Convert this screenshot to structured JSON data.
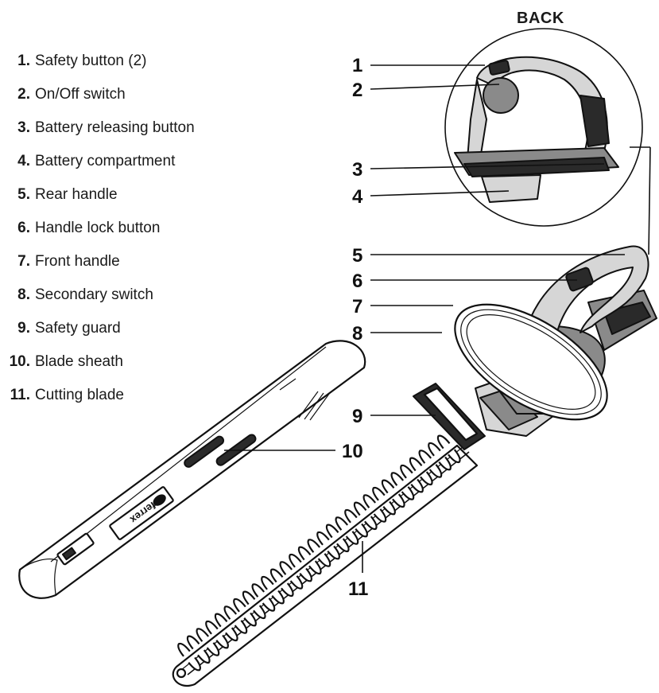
{
  "view_label": "BACK",
  "parts": [
    {
      "num": "1.",
      "label": "Safety button (2)"
    },
    {
      "num": "2.",
      "label": "On/Off switch"
    },
    {
      "num": "3.",
      "label": "Battery releasing button"
    },
    {
      "num": "4.",
      "label": "Battery compartment"
    },
    {
      "num": "5.",
      "label": "Rear handle"
    },
    {
      "num": "6.",
      "label": "Handle lock button"
    },
    {
      "num": "7.",
      "label": "Front handle"
    },
    {
      "num": "8.",
      "label": "Secondary switch"
    },
    {
      "num": "9.",
      "label": "Safety guard"
    },
    {
      "num": "10.",
      "label": "Blade sheath"
    },
    {
      "num": "11.",
      "label": "Cutting blade"
    }
  ],
  "callouts": [
    "1",
    "2",
    "3",
    "4",
    "5",
    "6",
    "7",
    "8",
    "9",
    "10",
    "11"
  ],
  "sheath_brand_text": "ferrex",
  "icons": [
    "hedge-trimmer-illustration",
    "blade-sheath-illustration",
    "back-detail-magnifier"
  ]
}
